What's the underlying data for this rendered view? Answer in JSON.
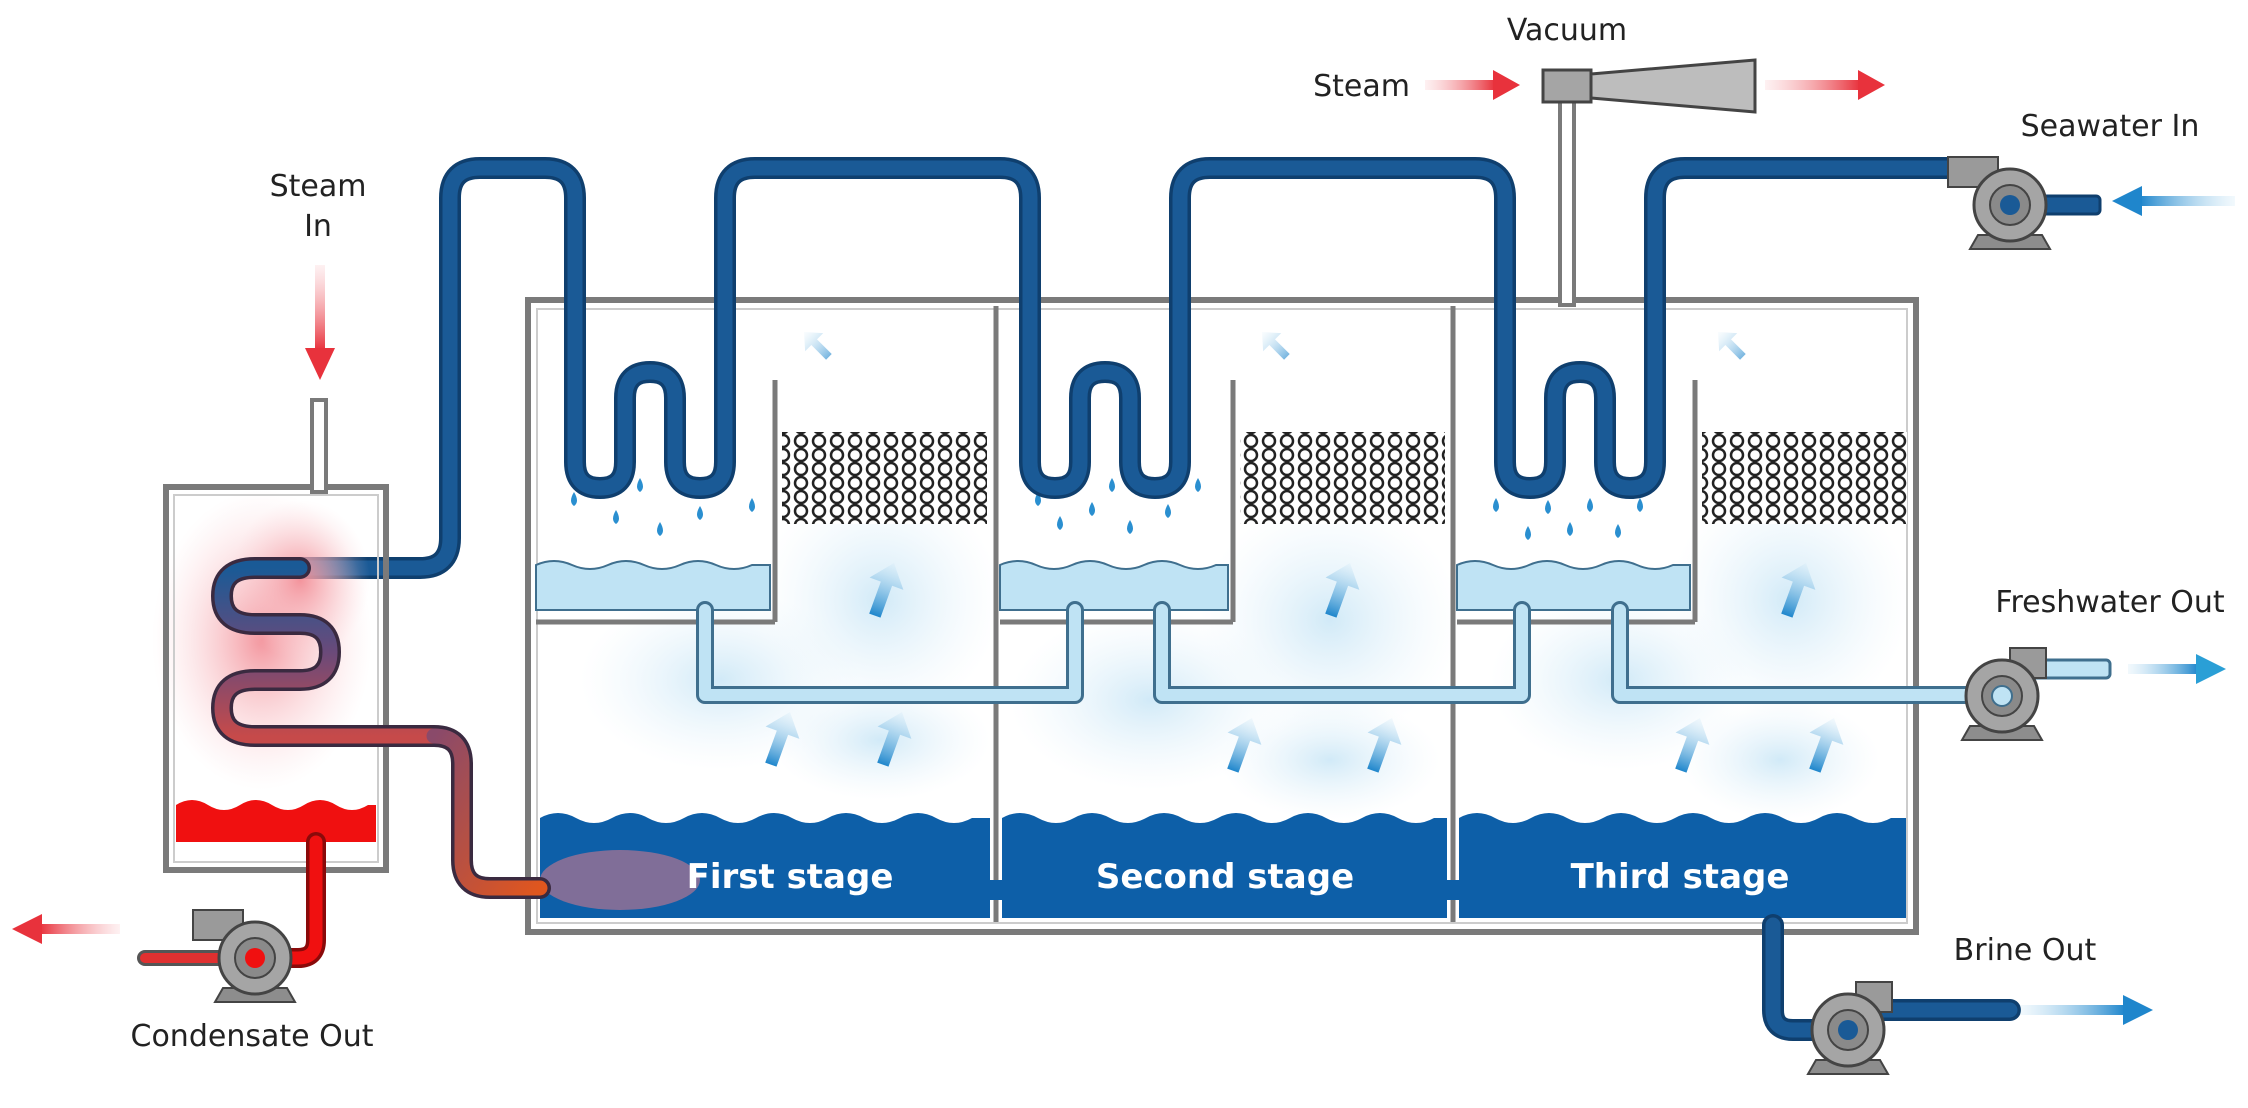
{
  "labels": {
    "vacuum": "Vacuum",
    "steam": "Steam",
    "seawater_in": "Seawater In",
    "steam_in_line1": "Steam",
    "steam_in_line2": "In",
    "freshwater_out": "Freshwater Out",
    "brine_out": "Brine Out",
    "condensate_out": "Condensate Out"
  },
  "stages": [
    {
      "name": "First stage"
    },
    {
      "name": "Second stage"
    },
    {
      "name": "Third stage"
    }
  ],
  "colors": {
    "seawater_pipe": "#1a5a96",
    "seawater_pipe_inner": "#2d78bd",
    "freshwater_pipe": "#bfe3f4",
    "freshwater_pipe_outline": "#3f6f8e",
    "brine": "#0d5fa8",
    "condensate": "#f01010",
    "steam_arrow": "#e8323c",
    "flow_arrow": "#2a8fd0",
    "vessel_outline": "#555555",
    "pump_body": "#9a9a9a",
    "vapor": "#d6ecf8",
    "steam_glow": "#f6a3a9"
  }
}
